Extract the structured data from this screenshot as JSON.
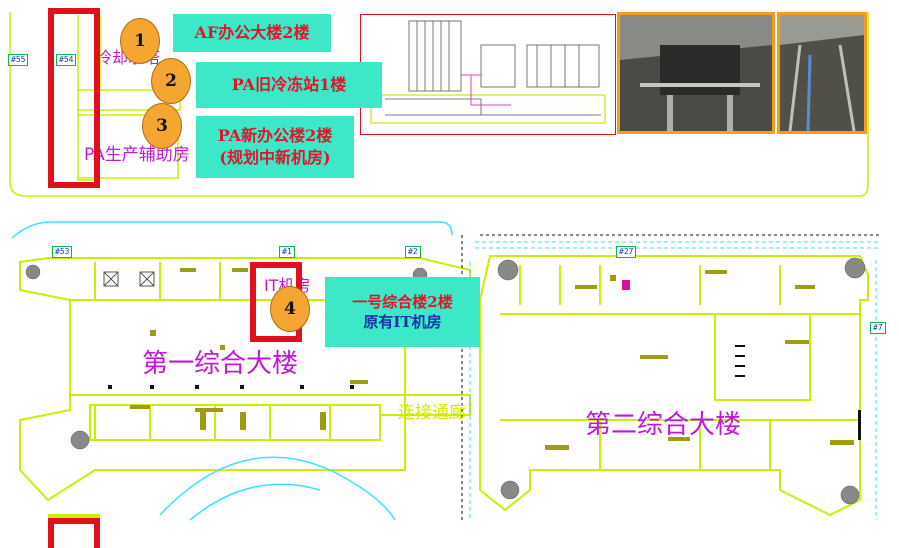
{
  "callouts": {
    "af_office": "AF办公大楼2楼",
    "pa_old_chiller": "PA旧冷冻站1楼",
    "pa_new_office_line1": "PA新办公楼2楼",
    "pa_new_office_line2": "(规划中新机房)",
    "building1_line1": "一号综合楼2楼",
    "building1_line2": "原有IT机房"
  },
  "badges": [
    "1",
    "2",
    "3",
    "4"
  ],
  "floorplan_labels": {
    "cooling_tower": "冷却水塔",
    "pa_auxiliary": "PA生产辅助房",
    "it_room": "IT机房",
    "building1": "第一综合大楼",
    "building2": "第二综合大楼",
    "corridor": "连接通廊"
  },
  "grid_tags": [
    "#55",
    "#54",
    "#53",
    "#1",
    "#2",
    "#27",
    "#7"
  ],
  "colors": {
    "callout_bg": "#3ce8c8",
    "callout_text": "#e0142a",
    "callout_text_alt": "#1632a8",
    "wall": "#c8f000",
    "badge": "#f5a631",
    "highlight": "#e0101c",
    "plan_label": "#c018d8",
    "photo_frame": "#f39c1f"
  }
}
